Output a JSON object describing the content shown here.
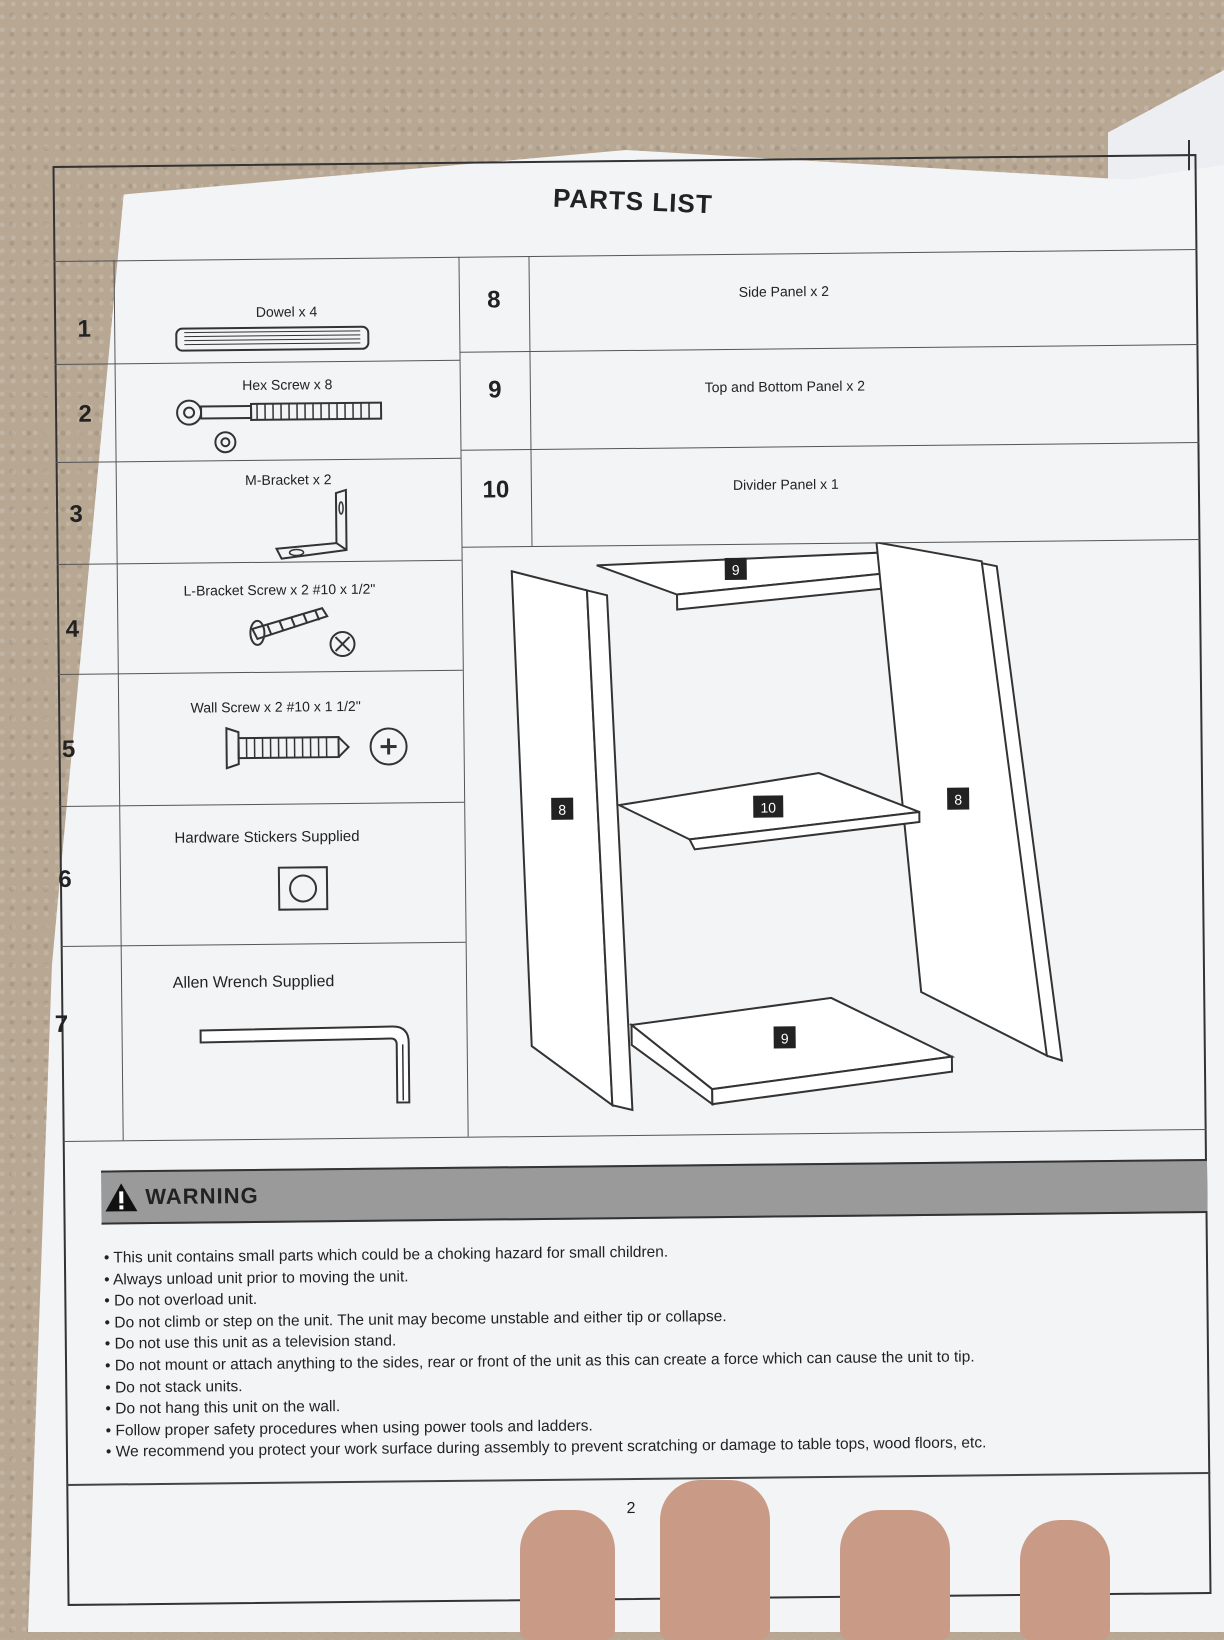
{
  "title": "PARTS LIST",
  "parts_left": [
    {
      "num": "1",
      "label": "Dowel x 4",
      "icon": "dowel-icon"
    },
    {
      "num": "2",
      "label": "Hex Screw x 8",
      "icon": "hex-screw-icon"
    },
    {
      "num": "3",
      "label": "M-Bracket   x 2",
      "icon": "m-bracket-icon"
    },
    {
      "num": "4",
      "label": "L-Bracket Screw x 2    #10 x 1/2\"",
      "icon": "l-bracket-screw-icon"
    },
    {
      "num": "5",
      "label": "Wall Screw   x 2    #10 x 1 1/2\"",
      "icon": "wall-screw-icon"
    },
    {
      "num": "6",
      "label": "Hardware Stickers Supplied",
      "icon": "sticker-icon"
    },
    {
      "num": "7",
      "label": "Allen Wrench Supplied",
      "icon": "allen-wrench-icon"
    }
  ],
  "parts_right": [
    {
      "num": "8",
      "label": "Side Panel x 2"
    },
    {
      "num": "9",
      "label": "Top and Bottom Panel    x 2"
    },
    {
      "num": "10",
      "label": "Divider Panel    x 1"
    }
  ],
  "diagram_tags": {
    "side_left": "8",
    "top": "9",
    "divider": "10",
    "side_right": "8",
    "bottom": "9"
  },
  "warning": {
    "title": "WARNING",
    "items": [
      "This unit contains small parts which could be a choking hazard for small children.",
      "Always unload unit prior to moving the unit.",
      "Do not overload unit.",
      "Do not climb or step on the unit. The unit may become unstable and either tip or collapse.",
      "Do not use this unit as a television stand.",
      "Do not mount or attach anything to the sides, rear or front of the unit as this can create a force which can cause the unit to tip.",
      "Do not stack units.",
      "Do not hang this unit on the wall.",
      "Follow proper safety procedures when using power tools and ladders.",
      "We recommend you protect your work surface during assembly to prevent scratching or damage to table tops, wood floors, etc."
    ]
  },
  "page_number": "2"
}
